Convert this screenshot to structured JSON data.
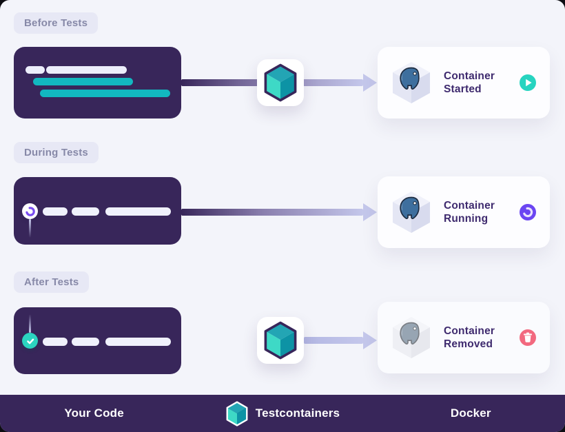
{
  "sections": [
    {
      "label": "Before Tests",
      "card": {
        "title": "Container Started",
        "status_icon": "play-icon"
      }
    },
    {
      "label": "During Tests",
      "card": {
        "title": "Container Running",
        "status_icon": "spinner-icon"
      }
    },
    {
      "label": "After Tests",
      "card": {
        "title": "Container Removed",
        "status_icon": "trash-icon"
      }
    }
  ],
  "footer": {
    "your_code": "Your Code",
    "testcontainers": "Testcontainers",
    "docker": "Docker"
  },
  "colors": {
    "background": "#f3f4fa",
    "dark_purple": "#38265a",
    "code_bar_teal": "#12b8c0",
    "code_bar_light": "#eceefb",
    "chip_bg": "#e7e8f5",
    "chip_text": "#8789a8",
    "card_title": "#3e2a6e",
    "arrow_light": "#c4c7eb",
    "badge_started": "#27d4c0",
    "badge_running": "#6b46f2",
    "badge_removed": "#f2697f",
    "cube_top": "#23a5b4",
    "cube_left": "#3ed9c6",
    "cube_right": "#0d93a5"
  }
}
